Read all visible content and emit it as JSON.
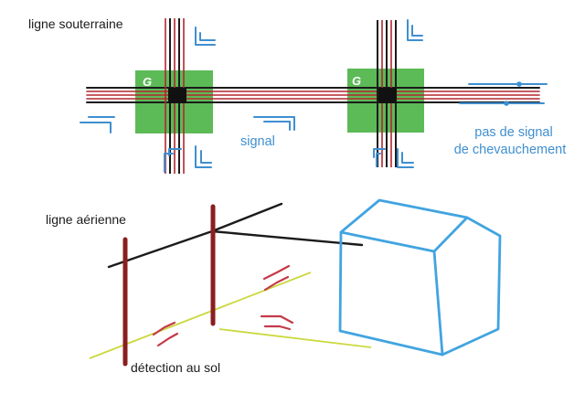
{
  "labels": {
    "underground_line": "ligne souterraine",
    "signal": "signal",
    "overlap_title_line1": "pas de signal",
    "overlap_title_line2": "de chevauchement",
    "aerial_line": "ligne aérienne",
    "ground_detection": "détection au sol"
  },
  "icons": {
    "junction_marker_1": "G",
    "junction_marker_2": "G"
  },
  "colors": {
    "ink": "#1b1b1b",
    "pipe_red": "#b3262e",
    "zone_green": "#3fae3a",
    "signal_blue": "#3f8fd0",
    "pole_brown": "#8a1f1f",
    "ground_yellow": "#cbd83f",
    "house_blue": "#41a4e0"
  }
}
